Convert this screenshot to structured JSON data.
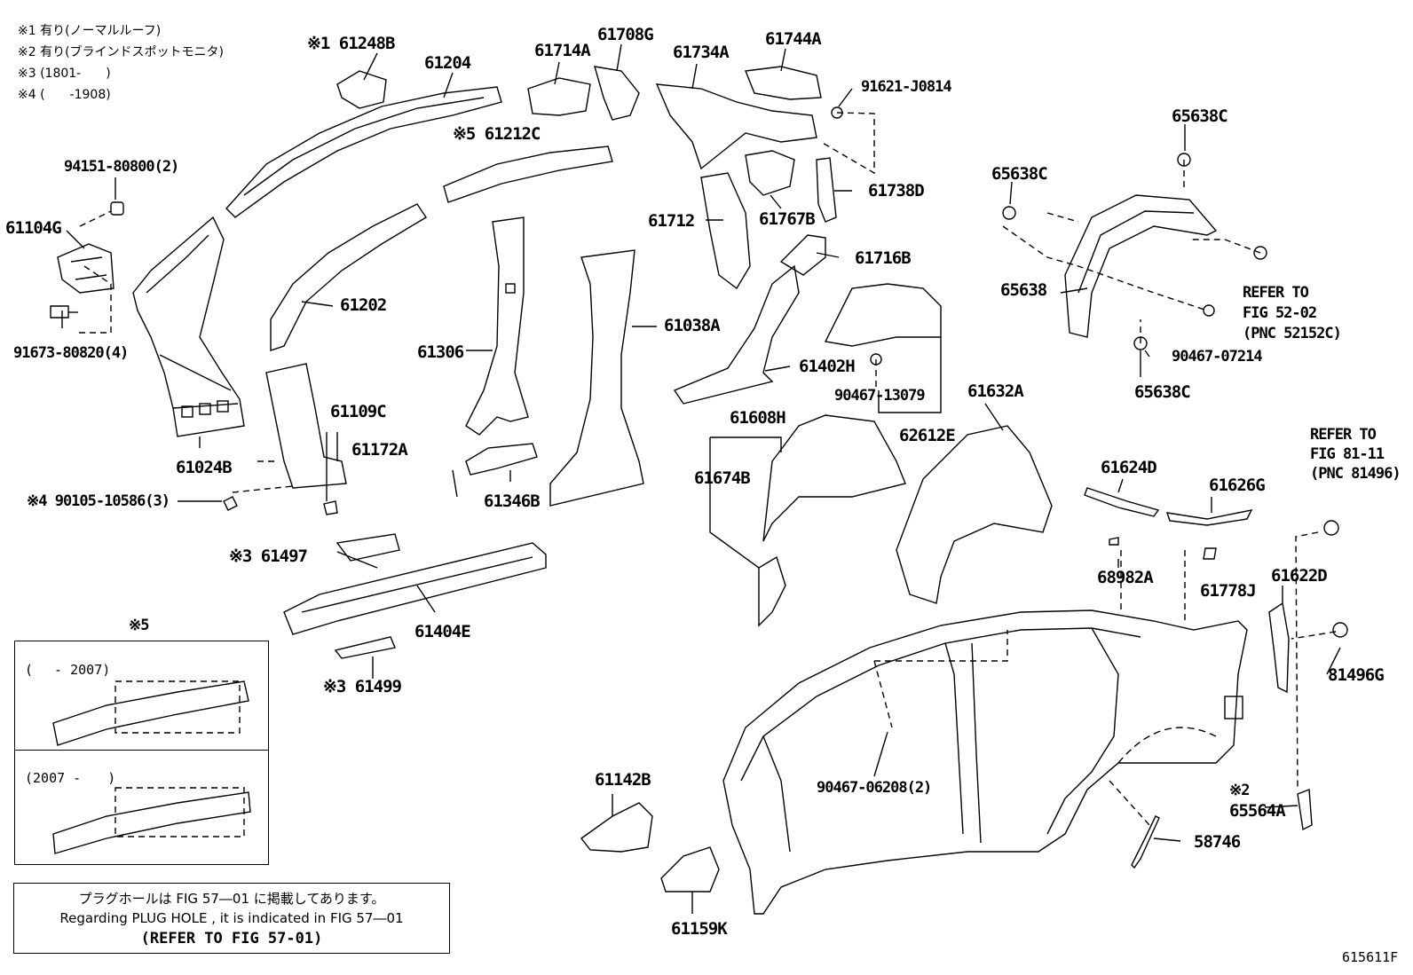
{
  "notes": [
    "※1 有り(ノーマルルーフ)",
    "※2 有り(ブラインドスポットモニタ)",
    "※3 (1801-　　)",
    "※4 (　　-1908)"
  ],
  "labels": {
    "p61248B": "※1 61248B",
    "p61204": "61204",
    "p61714A": "61714A",
    "p61708G": "61708G",
    "p61734A": "61734A",
    "p61744A": "61744A",
    "p91621": "91621-J0814",
    "p65638C_top": "65638C",
    "p61212C": "※5 61212C",
    "p94151": "94151-80800(2)",
    "p65638C_left": "65638C",
    "p61738D": "61738D",
    "p61104G": "61104G",
    "p61712": "61712",
    "p61767B": "61767B",
    "p61716B": "61716B",
    "p65638": "65638",
    "p61202": "61202",
    "p61038A": "61038A",
    "p91673": "91673-80820(4)",
    "p61306": "61306",
    "p61402H": "61402H",
    "p90467_07214": "90467-07214",
    "p65638C_bot": "65638C",
    "p90467_13079": "90467-13079",
    "p61632A": "61632A",
    "p61109C": "61109C",
    "p61608H": "61608H",
    "p62612E": "62612E",
    "p61172A": "61172A",
    "p61024B": "61024B",
    "p61674B": "61674B",
    "p61624D": "61624D",
    "p61626G": "61626G",
    "p90105": "※4 90105-10586(3)",
    "p61346B": "61346B",
    "p61497": "※3 61497",
    "p68982A": "68982A",
    "p61778J": "61778J",
    "p61622D": "61622D",
    "p61404E": "61404E",
    "p81496G": "81496G",
    "p61499": "※3 61499",
    "p90467_06208": "90467-06208(2)",
    "p61142B": "61142B",
    "p65564A": "65564A",
    "p58746": "58746",
    "p61159K": "61159K",
    "note2_mark": "※2",
    "note5_mark": "※5"
  },
  "refer_52": [
    "REFER TO",
    "FIG 52-02",
    "(PNC 52152C)"
  ],
  "refer_81": [
    "REFER TO",
    "FIG 81-11",
    "(PNC 81496)"
  ],
  "inset": {
    "top_title": "(　 - 2007)",
    "bottom_title": "(2007 -　　)"
  },
  "footer": {
    "line1": "プラグホールは FIG 57―01 に掲載してあります。",
    "line2": "Regarding PLUG HOLE , it is indicated in FIG 57―01",
    "line3": "(REFER TO FIG 57-01)"
  },
  "diagram_id": "615611F"
}
